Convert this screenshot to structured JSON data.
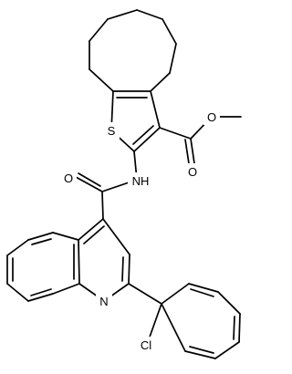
{
  "atoms": {
    "sulfur": "S",
    "ester_o_methyl": "O",
    "carbonyl_o_ester": "O",
    "amide_n": "NH",
    "carbonyl_o_amide": "O",
    "quinoline_n": "N",
    "chlorine": "Cl"
  },
  "colors": {
    "bond": "#000000",
    "text": "#000000",
    "background": "#ffffff"
  }
}
